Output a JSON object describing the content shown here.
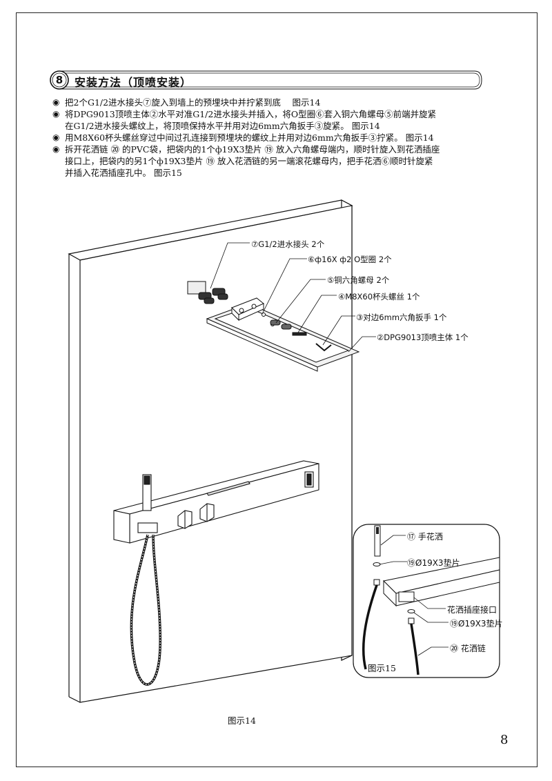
{
  "section": {
    "number": "8",
    "title": "安装方法（顶喷安装）"
  },
  "steps": [
    {
      "lines": [
        "把2个G1/2进水接头⑦旋入到墙上的预埋块中并拧紧到底　 图示14"
      ]
    },
    {
      "lines": [
        "将DPG9013顶喷主体②水平对准G1/2进水接头并插入，将O型圈⑥套入铜六角螺母⑤前端并旋紧",
        "在G1/2进水接头螺纹上，将顶喷保持水平并用对边6mm六角扳手③旋紧。 图示14"
      ]
    },
    {
      "lines": [
        "用M8X60杯头螺丝穿过中间过孔连接到预埋块的螺纹上并用对边6mm六角扳手③拧紧。 图示14"
      ]
    },
    {
      "lines": [
        "拆开花洒链 ⑳ 的PVC袋，把袋内的1个ф19X3垫片 ⑲ 放入六角螺母端内，顺时针旋入到花洒插座",
        "接口上，把袋内的另1个ф19X3垫片 ⑲ 放入花洒链的另一端滚花螺母内，把手花洒⑥顺时针旋紧",
        "并插入花洒插座孔中。 图示15"
      ]
    }
  ],
  "callouts": [
    "⑦G1/2进水接头 2个",
    "⑥ф16X ф2 O型圈  2个",
    "⑤铜六角螺母  2个",
    "④M8X60杯头螺丝  1个",
    "③对边6mm六角扳手  1个",
    "②DPG9013顶喷主体  1个"
  ],
  "inset_callouts": [
    "⑰ 手花洒",
    "⑲Ø19X3垫片",
    "花洒插座接口",
    "⑲Ø19X3垫片",
    "⑳ 花洒链"
  ],
  "figure_labels": {
    "fig14": "图示14",
    "fig15": "图示15"
  },
  "page_number": "8"
}
